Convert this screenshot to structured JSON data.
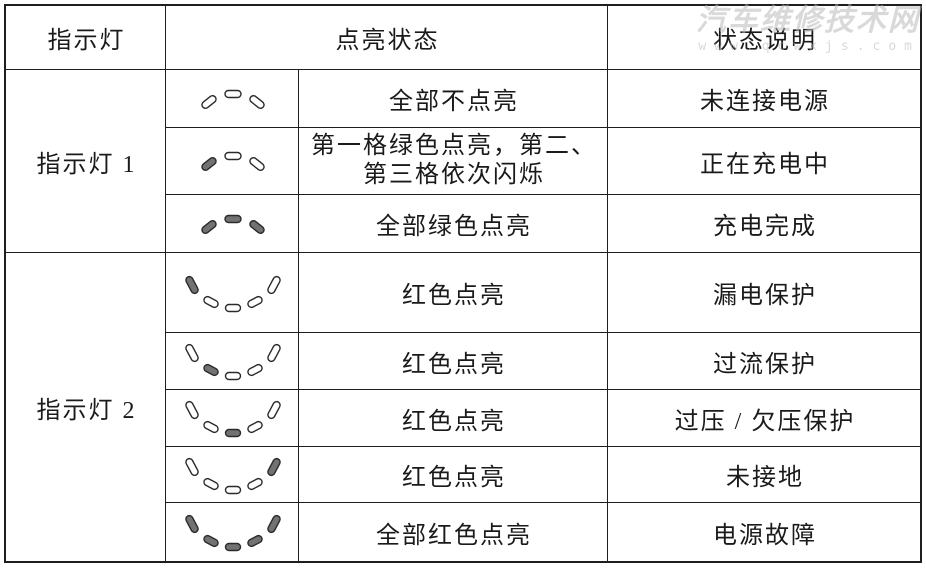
{
  "watermark": {
    "title": "汽车维修技术网",
    "url": "www.qcwxjs.com"
  },
  "colors": {
    "lit": "#727272",
    "unlit": "#ffffff",
    "outline": "#2b2b2b"
  },
  "table": {
    "headers": {
      "indicator": "指示灯",
      "state": "点亮状态",
      "description": "状态说明"
    },
    "groups": [
      {
        "label": "指示灯 1",
        "rows": [
          {
            "lights": [
              0,
              0,
              0
            ],
            "state": "全部不点亮",
            "description": "未连接电源"
          },
          {
            "lights": [
              1,
              0,
              0
            ],
            "state_lines": [
              "第一格绿色点亮，第二、",
              "第三格依次闪烁"
            ],
            "description": "正在充电中"
          },
          {
            "lights": [
              1,
              1,
              1
            ],
            "state": "全部绿色点亮",
            "description": "充电完成"
          }
        ]
      },
      {
        "label": "指示灯 2",
        "rows": [
          {
            "lights": [
              1,
              0,
              0,
              0,
              0
            ],
            "state": "红色点亮",
            "description": "漏电保护"
          },
          {
            "lights": [
              0,
              1,
              0,
              0,
              0
            ],
            "state": "红色点亮",
            "description": "过流保护"
          },
          {
            "lights": [
              0,
              0,
              1,
              0,
              0
            ],
            "state": "红色点亮",
            "description": "过压 / 欠压保护"
          },
          {
            "lights": [
              0,
              0,
              0,
              0,
              1
            ],
            "state": "红色点亮",
            "description": "未接地"
          },
          {
            "lights": [
              1,
              1,
              1,
              1,
              1
            ],
            "state": "全部红色点亮",
            "description": "电源故障"
          }
        ]
      }
    ]
  }
}
